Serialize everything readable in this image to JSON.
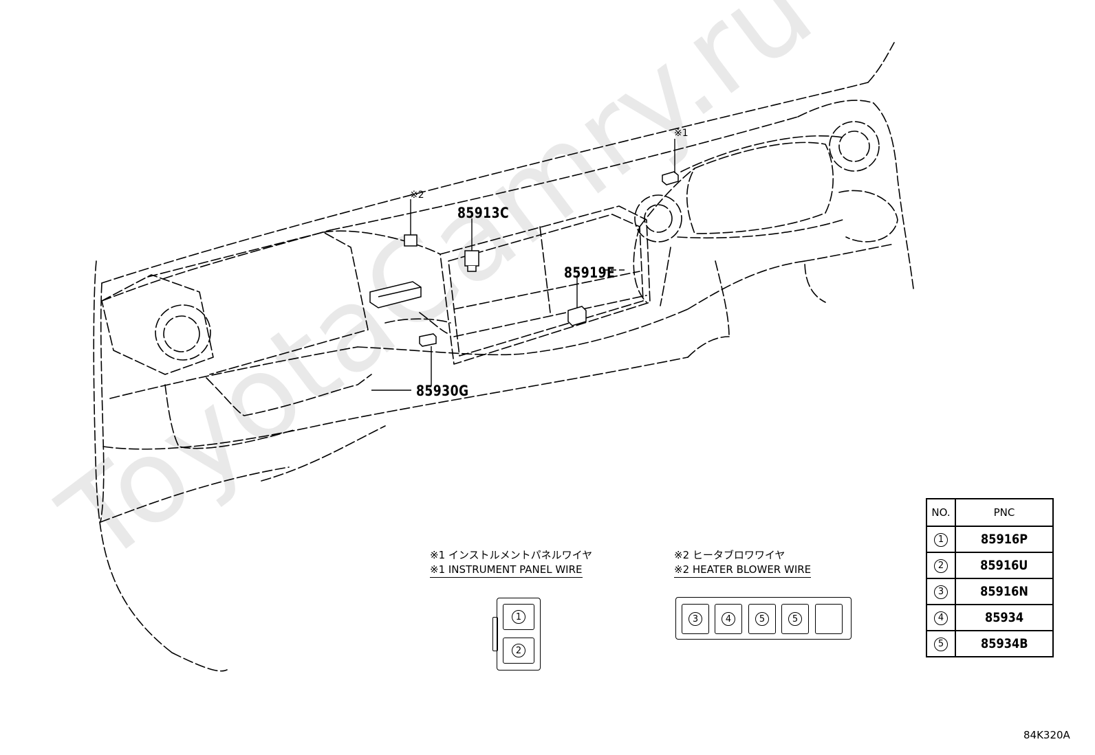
{
  "watermark": "ToyotaCamry.ru",
  "callouts": {
    "part_85913C": "85913C",
    "part_85919E": "85919E",
    "part_85930G": "85930G",
    "mark_1": "※1",
    "mark_2": "※2"
  },
  "notes": {
    "note1_jp": "※1 インストルメントパネルワイヤ",
    "note1_en": "※1 INSTRUMENT PANEL WIRE",
    "note2_jp": "※2 ヒータブロワワイヤ",
    "note2_en": "※2 HEATER BLOWER WIRE"
  },
  "connector1_slots": [
    "1",
    "2"
  ],
  "connector2_slots": [
    "3",
    "4",
    "5",
    "5",
    ""
  ],
  "pnc_table": {
    "header_no": "NO.",
    "header_pnc": "PNC",
    "rows": [
      {
        "no": "1",
        "pnc": "85916P"
      },
      {
        "no": "2",
        "pnc": "85916U"
      },
      {
        "no": "3",
        "pnc": "85916N"
      },
      {
        "no": "4",
        "pnc": "85934"
      },
      {
        "no": "5",
        "pnc": "85934B"
      }
    ]
  },
  "diagram_code": "84K320A"
}
